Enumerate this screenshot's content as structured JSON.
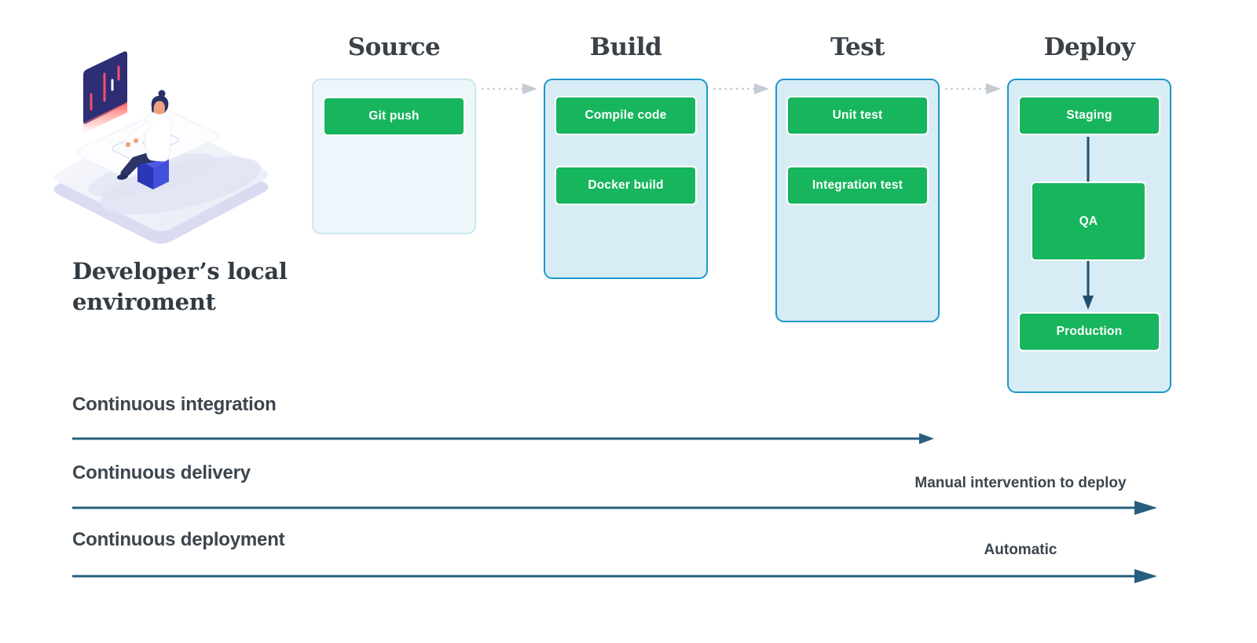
{
  "stages": [
    {
      "label": "Source",
      "steps": [
        "Git push"
      ]
    },
    {
      "label": "Build",
      "steps": [
        "Compile code",
        "Docker build"
      ]
    },
    {
      "label": "Test",
      "steps": [
        "Unit test",
        "Integration test"
      ]
    },
    {
      "label": "Deploy",
      "steps": [
        "Staging",
        "QA",
        "Production"
      ]
    }
  ],
  "illustration": {
    "caption": "Developer’s local enviroment"
  },
  "flows": [
    {
      "label": "Continuous integration"
    },
    {
      "label": "Continuous delivery",
      "annotation": "Manual intervention to deploy"
    },
    {
      "label": "Continuous deployment",
      "annotation": "Automatic"
    }
  ],
  "colors": {
    "step_green": "#17b55d",
    "stage_border": "#1d97cc",
    "stage_fill": "#d8ecf6",
    "source_fill": "#edf6fa",
    "source_border": "#cbe7f0",
    "deploy_arrow": "#1f4e6e",
    "flow_line": "#265f7e",
    "dotted_connector": "#c4cbd3",
    "heading_text": "#3a4147",
    "label_text": "#3b454e"
  }
}
